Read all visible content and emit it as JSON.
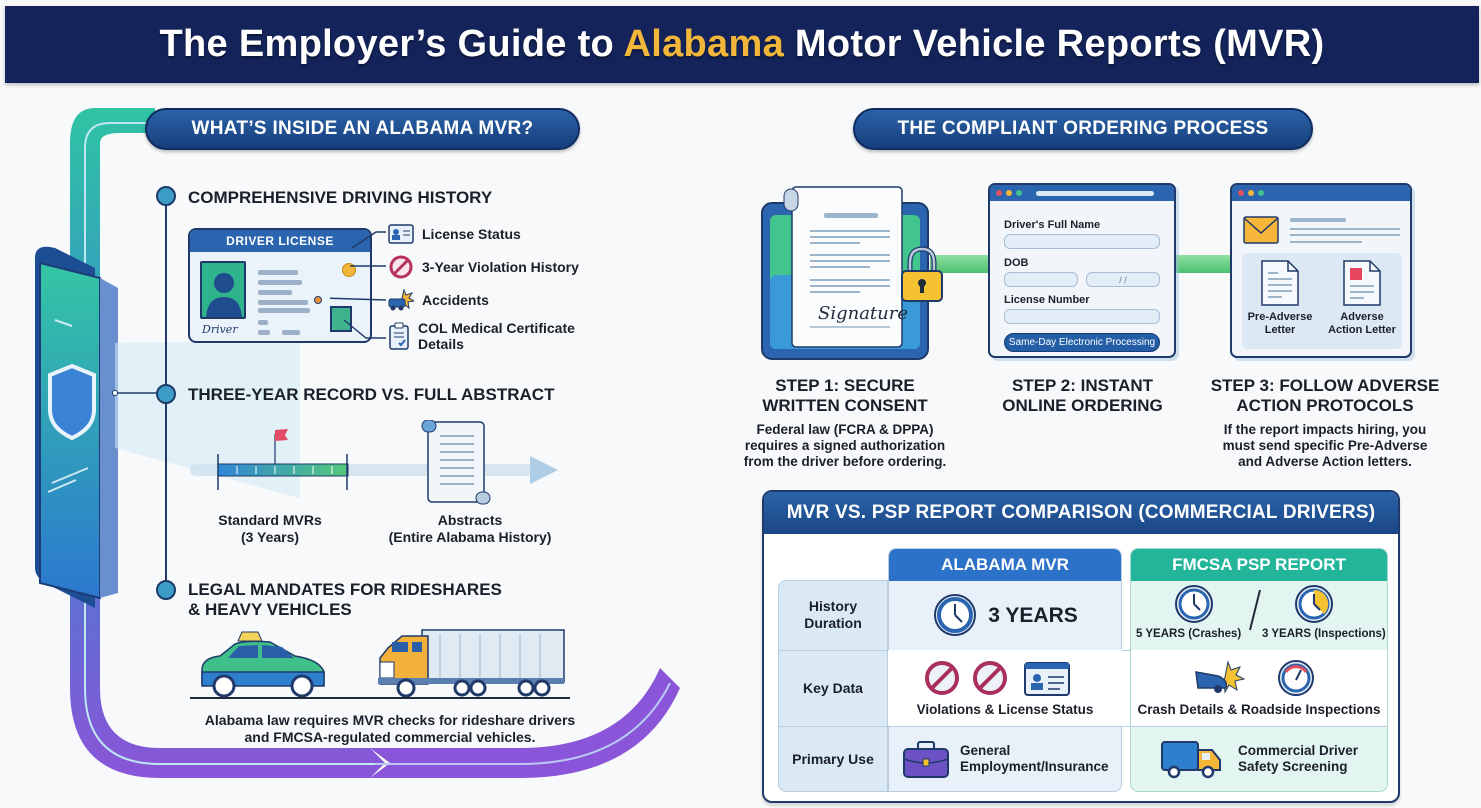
{
  "header": {
    "title_prefix": "The Employer’s Guide to ",
    "title_highlight": "Alabama",
    "title_suffix": " Motor Vehicle Reports (MVR)",
    "highlight_color": "#f2b63a",
    "background_color": "#14245a"
  },
  "left_panel": {
    "heading": "WHAT’S INSIDE AN ALABAMA MVR?",
    "sections": [
      {
        "title": "COMPREHENSIVE DRIVING HISTORY",
        "card_label": "DRIVER LICENSE",
        "card_signature": "Driver",
        "features": [
          {
            "icon": "id-card-icon",
            "label": "License Status"
          },
          {
            "icon": "prohibited-icon",
            "label": "3-Year Violation History"
          },
          {
            "icon": "car-crash-icon",
            "label": "Accidents"
          },
          {
            "icon": "clipboard-check-icon",
            "label": "COL Medical Certificate Details"
          }
        ]
      },
      {
        "title": "THREE-YEAR RECORD VS. FULL ABSTRACT",
        "standard_label": "Standard MVRs",
        "standard_sub": "(3 Years)",
        "abstract_label": "Abstracts",
        "abstract_sub": "(Entire Alabama History)"
      },
      {
        "title_line1": "LEGAL MANDATES FOR RIDESHARES",
        "title_line2": "& HEAVY VEHICLES",
        "caption_line1": "Alabama law requires MVR checks for rideshare drivers",
        "caption_line2": "and FMCSA-regulated commercial vehicles."
      }
    ]
  },
  "process": {
    "heading": "THE COMPLIANT ORDERING PROCESS",
    "consent_signature": "Signature",
    "form": {
      "name_label": "Driver's Full Name",
      "dob_label": "DOB",
      "dob_placeholder": "/  /",
      "license_label": "License Number",
      "submit_label": "Same-Day Electronic Processing"
    },
    "letters": {
      "pre_adverse": "Pre-Adverse Letter",
      "adverse_action": "Adverse Action Letter"
    },
    "steps": [
      {
        "title_line1": "STEP 1: SECURE",
        "title_line2": "WRITTEN CONSENT",
        "desc_line1": "Federal law (FCRA & DPPA)",
        "desc_line2": "requires a signed authorization",
        "desc_line3": "from the driver before ordering."
      },
      {
        "title_line1": "STEP 2: INSTANT",
        "title_line2": "ONLINE ORDERING"
      },
      {
        "title_line1": "STEP 3: FOLLOW ADVERSE",
        "title_line2": "ACTION PROTOCOLS",
        "desc_line1": "If the report impacts hiring, you",
        "desc_line2": "must send specific Pre-Adverse",
        "desc_line3": "and Adverse Action letters."
      }
    ]
  },
  "comparison": {
    "heading": "MVR VS. PSP REPORT COMPARISON (COMMERCIAL DRIVERS)",
    "columns": [
      {
        "label": "ALABAMA MVR",
        "color": "#2b72c8"
      },
      {
        "label": "FMCSA PSP REPORT",
        "color": "#22b59a"
      }
    ],
    "rows": [
      {
        "label_line1": "History",
        "label_line2": "Duration",
        "mvr": "3 YEARS",
        "psp_a": "5 YEARS (Crashes)",
        "psp_b": "3 YEARS (Inspections)"
      },
      {
        "label_line1": "Key Data",
        "mvr": "Violations & License Status",
        "psp": "Crash Details & Roadside Inspections"
      },
      {
        "label_line1": "Primary Use",
        "mvr_line1": "General",
        "mvr_line2": "Employment/Insurance",
        "psp_line1": "Commercial Driver",
        "psp_line2": "Safety Screening"
      }
    ]
  }
}
